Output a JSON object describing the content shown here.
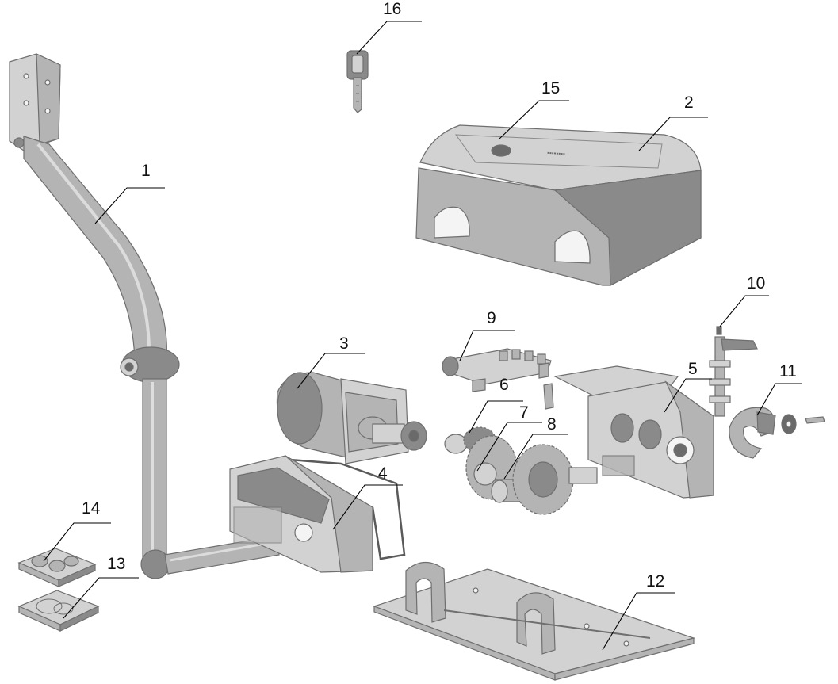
{
  "callouts": [
    {
      "id": "1",
      "text": "1"
    },
    {
      "id": "2",
      "text": "2"
    },
    {
      "id": "3",
      "text": "3"
    },
    {
      "id": "4",
      "text": "4"
    },
    {
      "id": "5",
      "text": "5"
    },
    {
      "id": "6",
      "text": "6"
    },
    {
      "id": "7",
      "text": "7"
    },
    {
      "id": "8",
      "text": "8"
    },
    {
      "id": "9",
      "text": "9"
    },
    {
      "id": "10",
      "text": "10"
    },
    {
      "id": "11",
      "text": "11"
    },
    {
      "id": "12",
      "text": "12"
    },
    {
      "id": "13",
      "text": "13"
    },
    {
      "id": "14",
      "text": "14"
    },
    {
      "id": "15",
      "text": "15"
    },
    {
      "id": "16",
      "text": "16"
    }
  ],
  "colors": {
    "part_fill": "#b4b4b4",
    "part_stroke": "#6f6f6f",
    "leader": "#000000",
    "background": "#ffffff"
  }
}
